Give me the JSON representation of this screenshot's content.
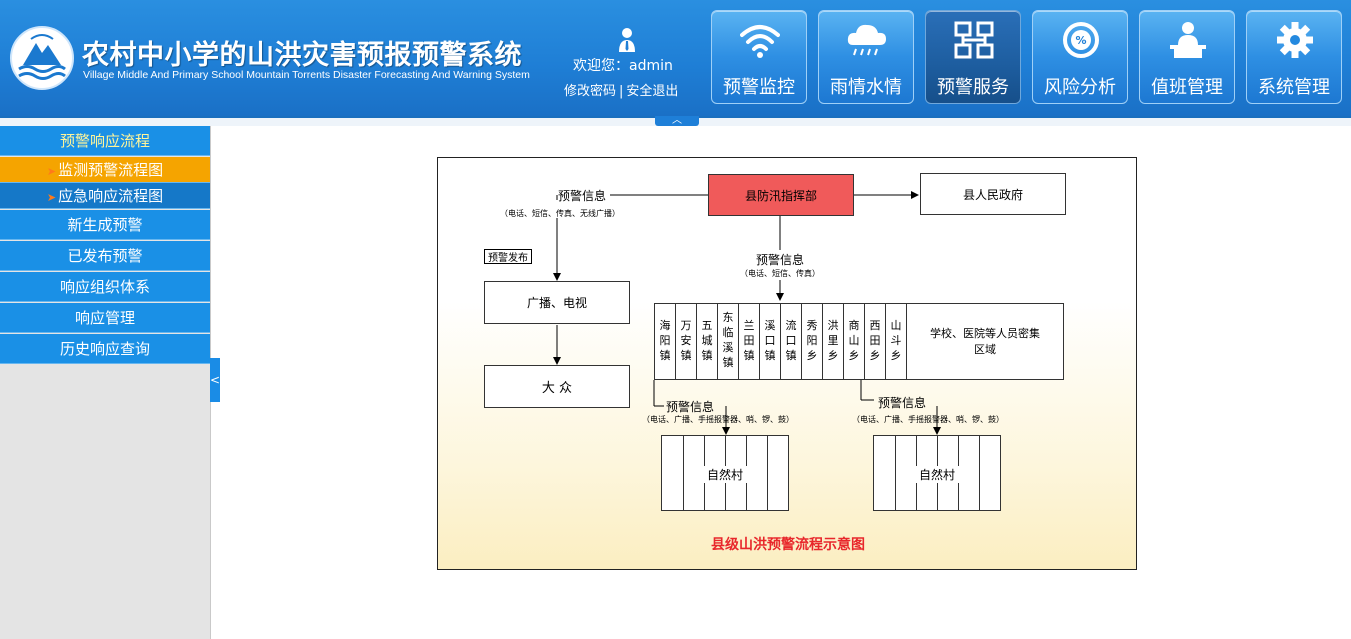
{
  "header": {
    "title": "农村中小学的山洪灾害预报预警系统",
    "subtitle": "Village Middle And Primary School Mountain Torrents Disaster Forecasting And Warning System",
    "welcome": "欢迎您：admin",
    "change_password": "修改密码",
    "link_separator": "|",
    "logout": "安全退出",
    "collapse_glyph": "︿"
  },
  "nav": [
    {
      "label": "预警监控",
      "icon": "wifi-icon"
    },
    {
      "label": "雨情水情",
      "icon": "rain-cloud-icon"
    },
    {
      "label": "预警服务",
      "icon": "network-icon",
      "active": true
    },
    {
      "label": "风险分析",
      "icon": "percent-gauge-icon"
    },
    {
      "label": "值班管理",
      "icon": "duty-person-icon"
    },
    {
      "label": "系统管理",
      "icon": "gear-icon"
    }
  ],
  "sidebar": {
    "header": "预警响应流程",
    "subitems": [
      "监测预警流程图",
      "应急响应流程图"
    ],
    "arrow": "➤",
    "items": [
      "新生成预警",
      "已发布预警",
      "响应组织体系",
      "响应管理",
      "历史响应查询"
    ],
    "toggle_glyph": "<"
  },
  "diagram": {
    "command": "县防汛指挥部",
    "government": "县人民政府",
    "warning_info_left": "预警信息",
    "warning_info_left_detail": "（电话、短信、传真、无线广播）",
    "release_tag": "预警发布",
    "broadcast": "广播、电视",
    "public": "大 众",
    "warning_info_center": "预警信息",
    "warning_info_center_detail": "（电话、短信、传真）",
    "towns": [
      "海阳镇",
      "万安镇",
      "五城镇",
      "东临溪镇",
      "兰田镇",
      "溪口镇",
      "流口镇",
      "秀阳乡",
      "洪里乡",
      "商山乡",
      "西田乡",
      "山斗乡"
    ],
    "dense_area": "学校、医院等人员密集区域",
    "warning_info_low1": "预警信息",
    "warning_info_low1_detail": "（电话、广播、手摇报警器、哨、锣、鼓）",
    "warning_info_low2": "预警信息",
    "warning_info_low2_detail": "（电话、广播、手摇报警器、哨、锣、鼓）",
    "village1": "自然村",
    "village2": "自然村",
    "caption": "县级山洪预警流程示意图",
    "command_color": "#f05a5a",
    "caption_color": "#e8272b"
  }
}
